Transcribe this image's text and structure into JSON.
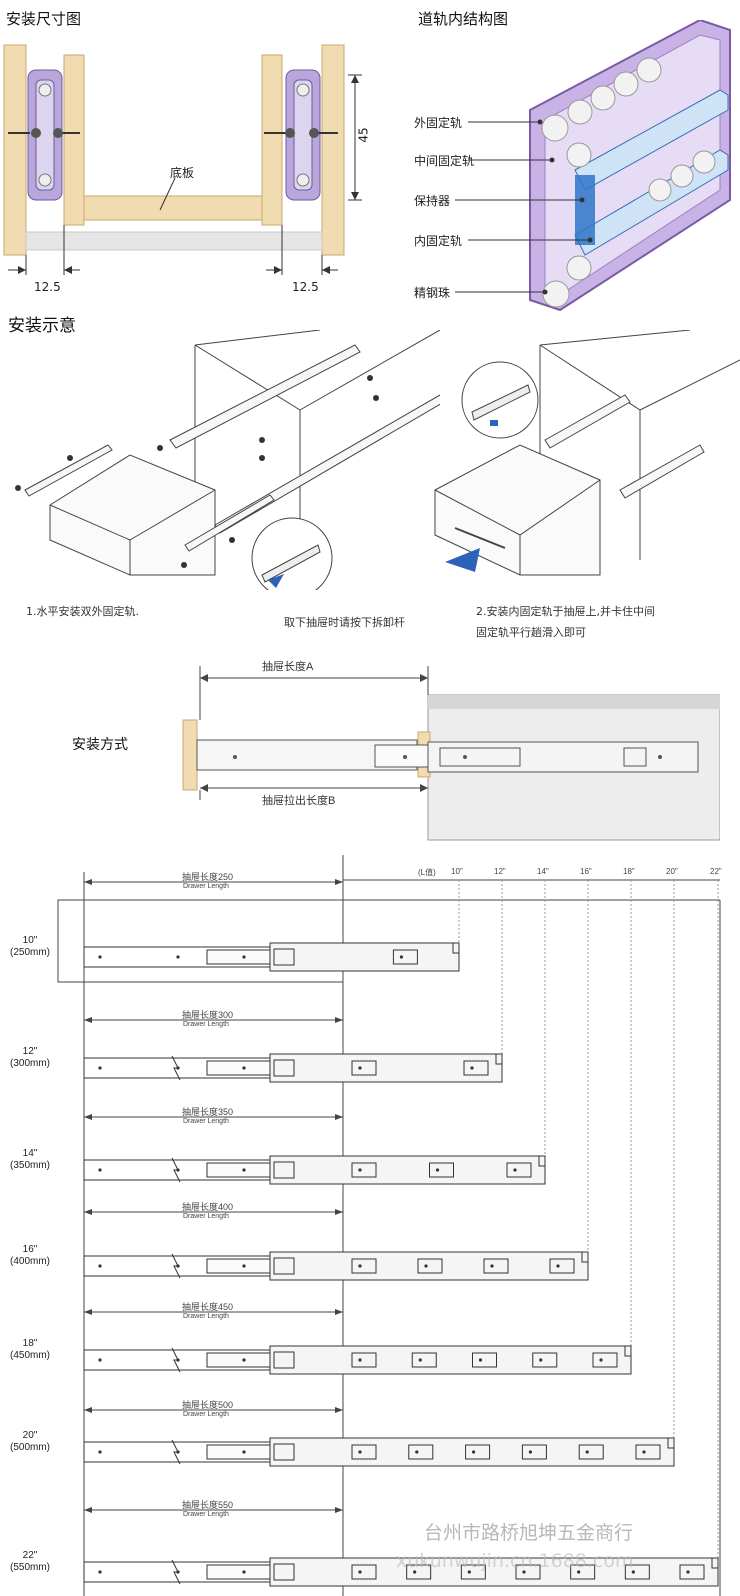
{
  "sec1": {
    "title": "安装尺寸图",
    "bottom_label": "底板",
    "dim_height": "45",
    "dim_left": "12.5",
    "dim_right": "12.5"
  },
  "sec2": {
    "title": "道轨内结构图",
    "labels": [
      "外固定轨",
      "中间固定轨",
      "保持器",
      "内固定轨",
      "精钢珠"
    ]
  },
  "sec3": {
    "title": "安装示意",
    "step1": "1.水平安装双外固定轨.",
    "remove": "取下抽屉时请按下拆卸杆",
    "step2_l1": "2.安装内固定轨于抽屉上,并卡住中间",
    "step2_l2": "固定轨平行趟滑入即可"
  },
  "sec4": {
    "title": "安装方式",
    "len_a": "抽屉长度A",
    "len_b": "抽屉拉出长度B"
  },
  "sec5": {
    "l_label": "(L值)",
    "l_values": [
      "10\"",
      "12\"",
      "14\"",
      "16\"",
      "18\"",
      "20\"",
      "22\""
    ],
    "rows": [
      {
        "size_in": "10\"",
        "size_mm": "(250mm)",
        "len_cn": "抽屉长度250",
        "len_en": "Drawer Length"
      },
      {
        "size_in": "12\"",
        "size_mm": "(300mm)",
        "len_cn": "抽屉长度300",
        "len_en": "Drawer Length"
      },
      {
        "size_in": "14\"",
        "size_mm": "(350mm)",
        "len_cn": "抽屉长度350",
        "len_en": "Drawer Length"
      },
      {
        "size_in": "16\"",
        "size_mm": "(400mm)",
        "len_cn": "抽屉长度400",
        "len_en": "Drawer Length"
      },
      {
        "size_in": "18\"",
        "size_mm": "(450mm)",
        "len_cn": "抽屉长度450",
        "len_en": "Drawer Length"
      },
      {
        "size_in": "20\"",
        "size_mm": "(500mm)",
        "len_cn": "抽屉长度500",
        "len_en": "Drawer Length"
      },
      {
        "size_in": "22\"",
        "size_mm": "(550mm)",
        "len_cn": "抽屉长度550",
        "len_en": "Drawer Length"
      }
    ]
  },
  "watermark": {
    "company": "台州市路桥旭坤五金商行",
    "url": "xukunwujin.cn.1688.com"
  }
}
